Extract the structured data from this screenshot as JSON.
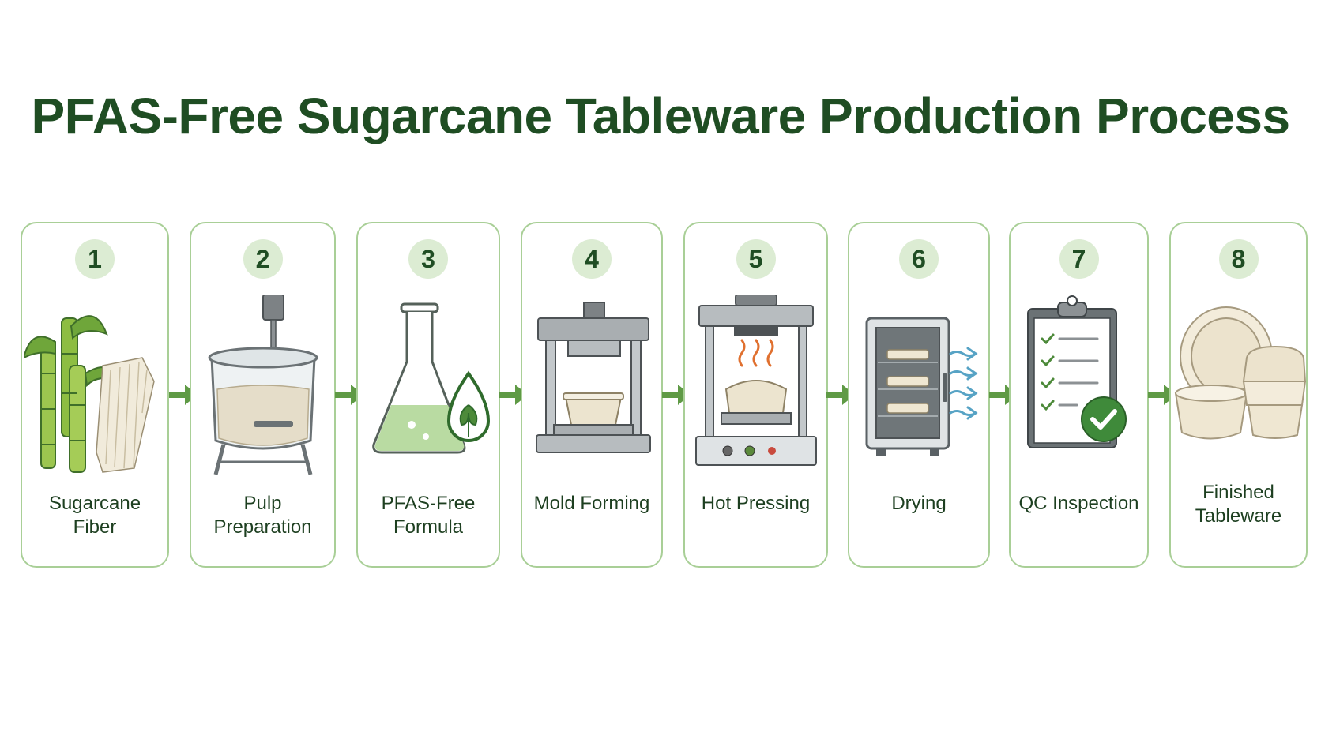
{
  "title": "PFAS-Free Sugarcane Tableware Production Process",
  "steps": [
    {
      "number": "1",
      "label": "Sugarcane Fiber"
    },
    {
      "number": "2",
      "label": "Pulp Preparation"
    },
    {
      "number": "3",
      "label": "PFAS-Free Formula"
    },
    {
      "number": "4",
      "label": "Mold Forming"
    },
    {
      "number": "5",
      "label": "Hot Pressing"
    },
    {
      "number": "6",
      "label": "Drying"
    },
    {
      "number": "7",
      "label": "QC Inspection"
    },
    {
      "number": "8",
      "label_line1": "Finished",
      "label_line2": "Tableware"
    }
  ],
  "colors": {
    "title": "#1f4d23",
    "card_border": "#a9cf97",
    "badge_bg": "#dcecd3",
    "arrow": "#5f9a45"
  }
}
